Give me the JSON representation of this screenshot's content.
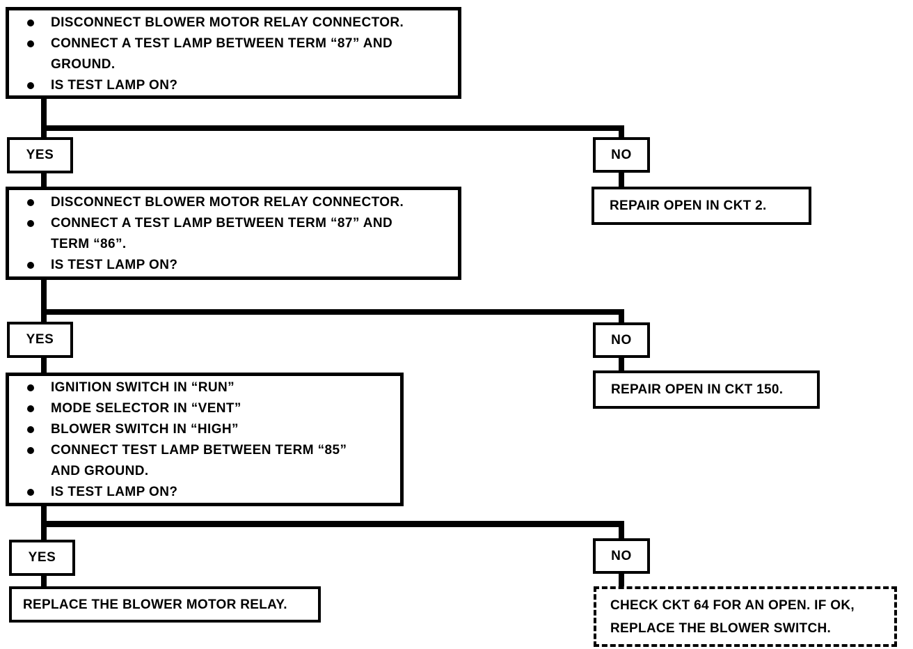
{
  "diagram": {
    "colors": {
      "ink": "#000000",
      "paper": "#ffffff"
    },
    "labels": {
      "yes": "YES",
      "no": "NO"
    },
    "steps": [
      {
        "bullets": [
          "DISCONNECT BLOWER MOTOR RELAY CONNECTOR.",
          "CONNECT A TEST LAMP BETWEEN TERM “87” AND\nGROUND.",
          "IS TEST LAMP ON?"
        ],
        "no_outcome": "REPAIR OPEN IN CKT 2."
      },
      {
        "bullets": [
          "DISCONNECT BLOWER MOTOR RELAY CONNECTOR.",
          "CONNECT A TEST LAMP BETWEEN TERM “87” AND\nTERM “86”.",
          "IS TEST LAMP ON?"
        ],
        "no_outcome": "REPAIR OPEN IN CKT 150."
      },
      {
        "bullets": [
          "IGNITION SWITCH IN “RUN”",
          "MODE SELECTOR IN “VENT”",
          "BLOWER SWITCH IN “HIGH”",
          "CONNECT TEST LAMP BETWEEN TERM “85”\nAND GROUND.",
          "IS TEST LAMP ON?"
        ],
        "yes_outcome": "REPLACE THE BLOWER MOTOR RELAY.",
        "no_outcome": "CHECK CKT 64 FOR AN OPEN. IF OK,\nREPLACE THE BLOWER SWITCH."
      }
    ]
  }
}
